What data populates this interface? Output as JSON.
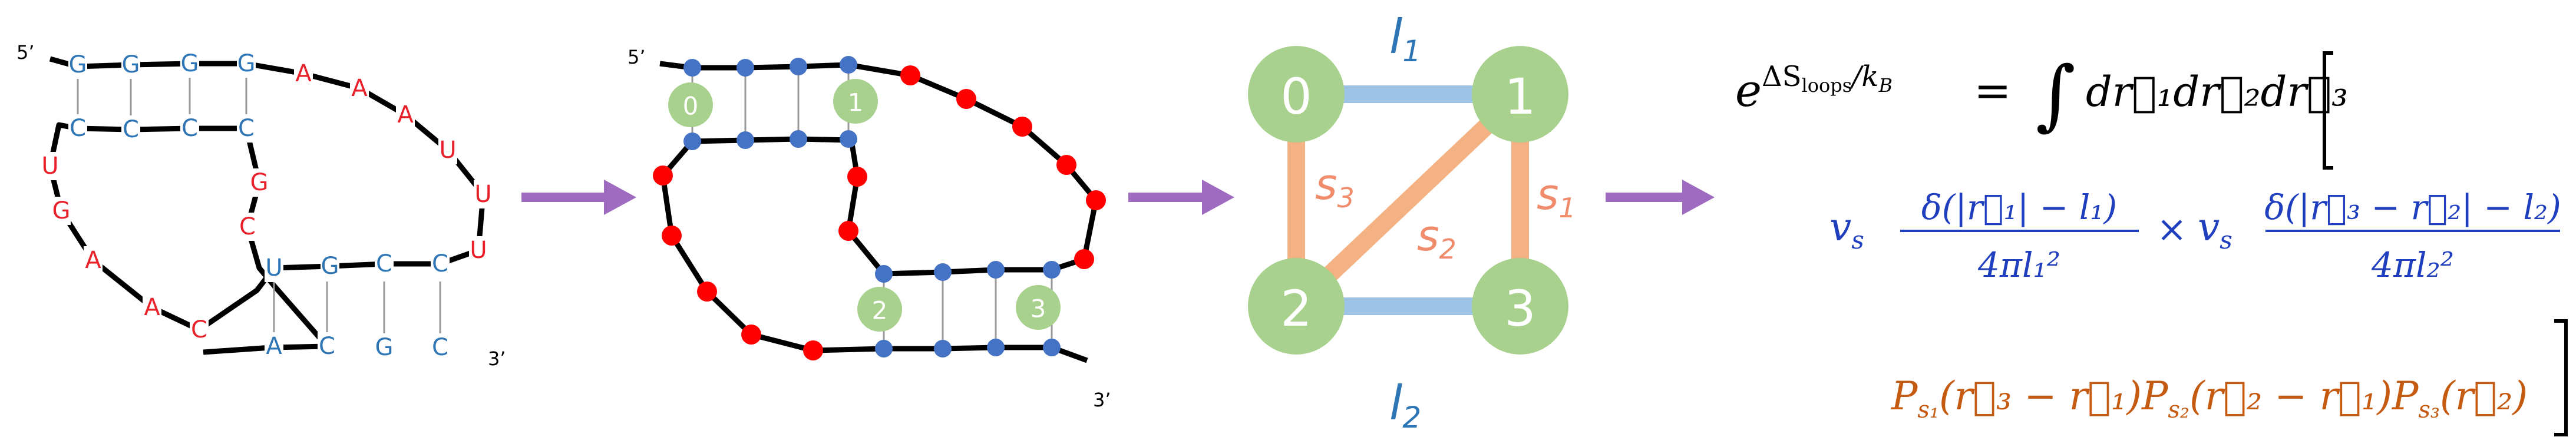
{
  "panel1": {
    "label_5prime": "5’",
    "label_3prime": "3’",
    "top_strand": [
      "G",
      "G",
      "G",
      "G"
    ],
    "inner_strand": [
      "C",
      "C",
      "C",
      "C"
    ],
    "hairpin_loop": [
      "A",
      "A",
      "A",
      "U",
      "U",
      "U"
    ],
    "left_loop": [
      "U",
      "G",
      "A",
      "A",
      "C"
    ],
    "middle_link": [
      "G",
      "C"
    ],
    "lower_top_strand": [
      "U",
      "G",
      "C",
      "C"
    ],
    "lower_bottom_strand": [
      "A",
      "C",
      "G",
      "C"
    ],
    "colors": {
      "paired": "#2e75b6",
      "unpaired": "#e8202a"
    }
  },
  "panel2": {
    "label_5prime": "5’",
    "label_3prime": "3’",
    "node_labels": [
      "0",
      "1",
      "2",
      "3"
    ],
    "colors": {
      "paired_bead": "#4472c4",
      "unpaired_bead": "#ff0000",
      "node": "#a9d18e"
    }
  },
  "panel3": {
    "nodes": [
      "0",
      "1",
      "2",
      "3"
    ],
    "stem_labels": {
      "l1": "l",
      "l1_sub": "1",
      "l2": "l",
      "l2_sub": "2"
    },
    "loop_labels": {
      "s1": "s",
      "s1_sub": "1",
      "s2": "s",
      "s2_sub": "2",
      "s3": "s",
      "s3_sub": "3"
    },
    "colors": {
      "node": "#a9d18e",
      "stem": "#9dc3e6",
      "loop": "#f4b183",
      "stem_text": "#2e75b6",
      "loop_text": "#f08c6c"
    }
  },
  "arrows": {
    "color": "#9e6bc0"
  },
  "equation": {
    "lhs_e": "e",
    "lhs_exp": "ΔS",
    "lhs_exp_sub": "loops",
    "lhs_exp_div": "/k",
    "lhs_exp_div_sub": "B",
    "equals": "=",
    "integral": "∫",
    "differentials": "dr⃗₁dr⃗₂dr⃗₃",
    "bracket_open": "[",
    "bracket_close": "]",
    "line2": {
      "v1": "v",
      "v1_sub": "s",
      "num1": "δ(|r⃗₁| − l₁)",
      "den1": "4πl₁²",
      "times": "×",
      "v2": "v",
      "v2_sub": "s",
      "num2": "δ(|r⃗₃ − r⃗₂| − l₂)",
      "den2": "4πl₂²",
      "color": "#1f3fbf"
    },
    "line3": {
      "text": "P",
      "p1_sub": "s₁",
      "p1_arg": "(r⃗₃ − r⃗₁)",
      "p2_sub": "s₂",
      "p2_arg": "(r⃗₂ − r⃗₁)",
      "p3_sub": "s₃",
      "p3_arg": "(r⃗₂)",
      "color": "#c55a11"
    }
  }
}
